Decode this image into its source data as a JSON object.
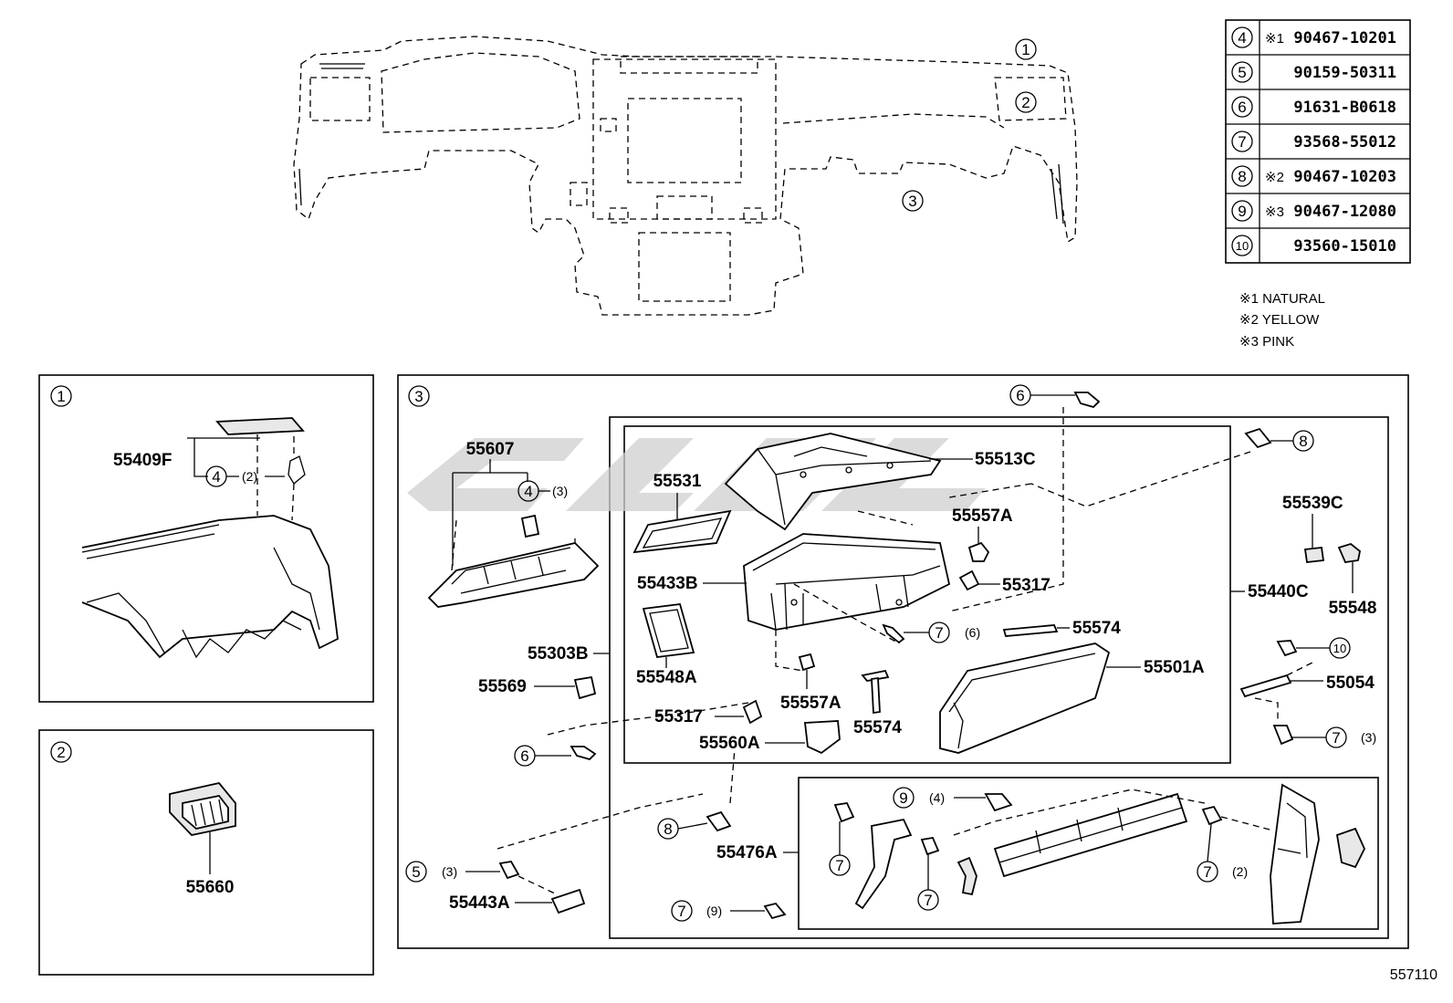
{
  "drawing_number": "557110",
  "index_table": [
    {
      "ref": "4",
      "mark": "※1",
      "part": "90467-10201"
    },
    {
      "ref": "5",
      "mark": "",
      "part": "90159-50311"
    },
    {
      "ref": "6",
      "mark": "",
      "part": "91631-B0618"
    },
    {
      "ref": "7",
      "mark": "",
      "part": "93568-55012"
    },
    {
      "ref": "8",
      "mark": "※2",
      "part": "90467-10203"
    },
    {
      "ref": "9",
      "mark": "※3",
      "part": "90467-12080"
    },
    {
      "ref": "10",
      "mark": "",
      "part": "93560-15010"
    }
  ],
  "notes": [
    "※1 NATURAL",
    "※2 YELLOW",
    "※3 PINK"
  ],
  "overview_callouts": [
    "1",
    "2",
    "3"
  ],
  "panel1": {
    "id": "1",
    "labels": {
      "p55409F": "55409F",
      "r4": "4",
      "q2": "(2)"
    }
  },
  "panel2": {
    "id": "2",
    "labels": {
      "p55660": "55660"
    }
  },
  "panel3": {
    "id": "3",
    "labels": {
      "p55607": "55607",
      "r4": "4",
      "q3a": "(3)",
      "p55531": "55531",
      "p55513C": "55513C",
      "p55557A_1": "55557A",
      "p55433B": "55433B",
      "p55317_1": "55317",
      "p55548A": "55548A",
      "r7a": "7",
      "q6": "(6)",
      "p55574_1": "55574",
      "p55501A": "55501A",
      "p55557A_2": "55557A",
      "p55574_2": "55574",
      "p55317_2": "55317",
      "p55560A": "55560A",
      "p55303B": "55303B",
      "p55569": "55569",
      "r6a": "6",
      "r6b": "6",
      "r8a": "8",
      "r8b": "8",
      "p55539C": "55539C",
      "p55548": "55548",
      "p55440C": "55440C",
      "r10": "10",
      "p55054": "55054",
      "r7b": "7",
      "q3b": "(3)",
      "r9": "9",
      "q4": "(4)",
      "p55476A": "55476A",
      "r7c": "7",
      "r7d": "7",
      "r7e": "7",
      "q2": "(2)",
      "r5": "5",
      "q3c": "(3)",
      "p55443A": "55443A",
      "r7f": "7",
      "q9": "(9)"
    }
  }
}
